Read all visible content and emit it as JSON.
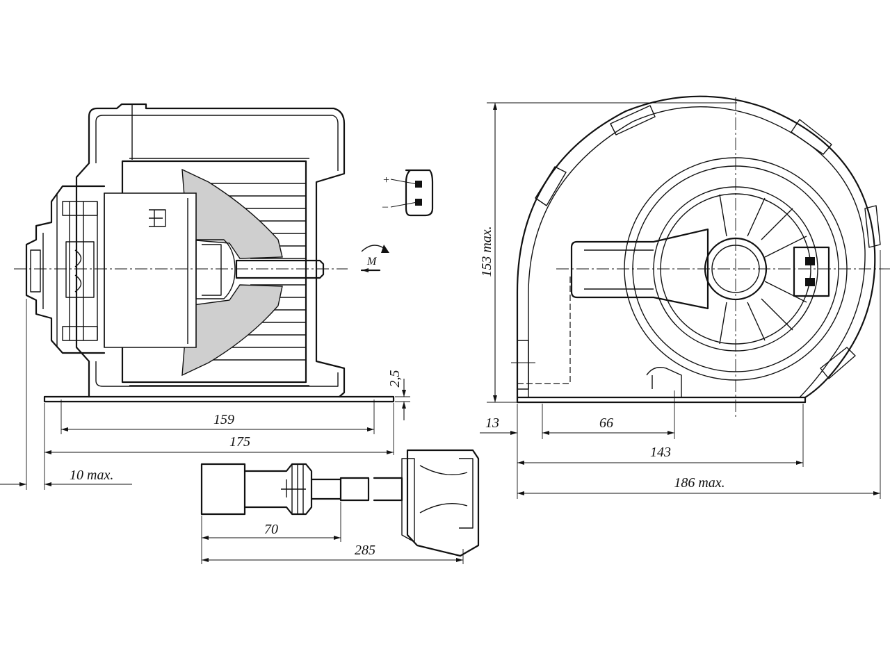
{
  "dimensions": {
    "d159": "159",
    "d175": "175",
    "d10max": "10 max.",
    "d25": "2,5",
    "d70": "70",
    "d285": "285",
    "d153max": "153 max.",
    "d13": "13",
    "d66": "66",
    "d143": "143",
    "d186max": "186 max."
  },
  "connector": {
    "plus": "+",
    "minus": "–"
  },
  "rotation_label": "M"
}
